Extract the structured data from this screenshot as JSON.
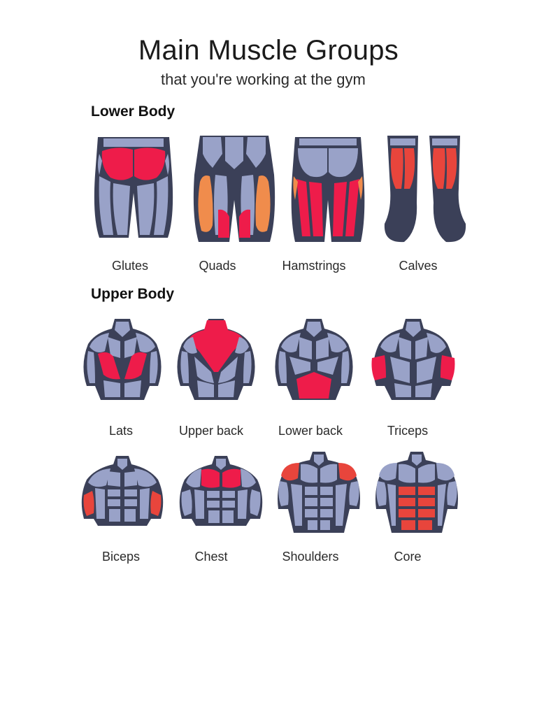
{
  "title": "Main Muscle Groups",
  "subtitle": "that you're working at the gym",
  "sections": {
    "lower": {
      "heading": "Lower Body",
      "items": [
        {
          "label": "Glutes",
          "icon": "glutes-icon"
        },
        {
          "label": "Quads",
          "icon": "quads-icon"
        },
        {
          "label": "Hamstrings",
          "icon": "hamstrings-icon"
        },
        {
          "label": "Calves",
          "icon": "calves-icon"
        }
      ]
    },
    "upper": {
      "heading": "Upper Body",
      "items": [
        {
          "label": "Lats",
          "icon": "lats-icon"
        },
        {
          "label": "Upper back",
          "icon": "upper-back-icon"
        },
        {
          "label": "Lower back",
          "icon": "lower-back-icon"
        },
        {
          "label": "Triceps",
          "icon": "triceps-icon"
        },
        {
          "label": "Biceps",
          "icon": "biceps-icon"
        },
        {
          "label": "Chest",
          "icon": "chest-icon"
        },
        {
          "label": "Shoulders",
          "icon": "shoulders-icon"
        },
        {
          "label": "Core",
          "icon": "core-icon"
        }
      ]
    }
  },
  "colors": {
    "outline": "#3b4058",
    "muscle": "#99a2c8",
    "highlight_red": "#ee1c4a",
    "highlight_orange": "#f08c4c",
    "highlight_coral": "#e8453c"
  }
}
